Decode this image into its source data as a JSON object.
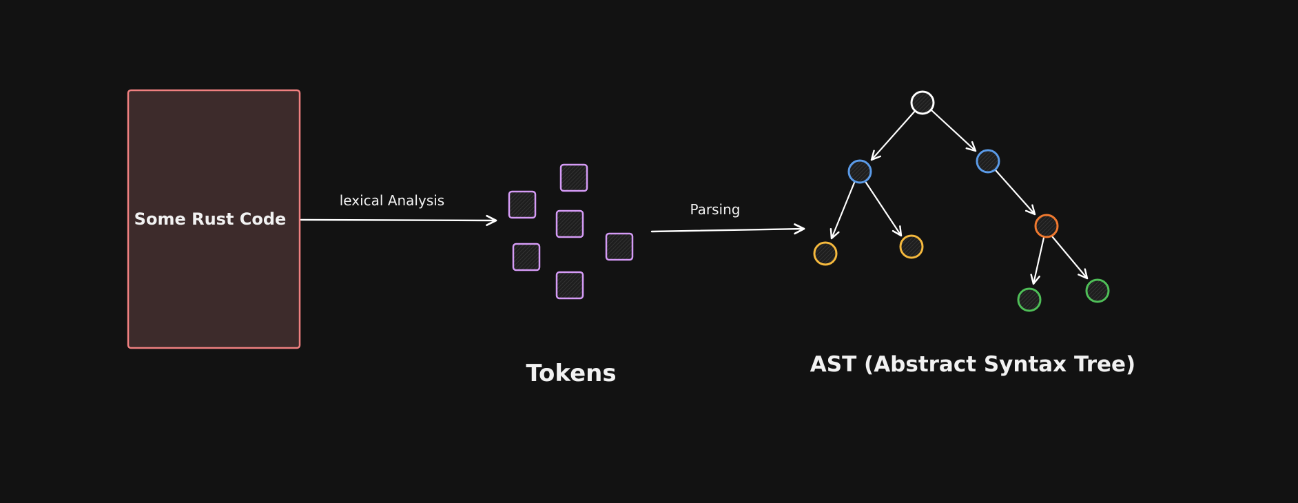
{
  "source_box": {
    "label": "Some Rust Code",
    "fill": "#3d2b2b",
    "stroke": "#f08080"
  },
  "edges": {
    "lexical": "lexical Analysis",
    "parsing": "Parsing"
  },
  "tokens": {
    "caption": "Tokens",
    "color": "#d59bf6",
    "count": 6
  },
  "ast": {
    "caption": "AST (Abstract Syntax Tree)",
    "colors": {
      "root": "#ffffff",
      "level1": "#5b9be8",
      "leaf_left": "#f5b93d",
      "inner_right": "#f0792f",
      "leaf_right": "#4fbf58"
    }
  },
  "colors": {
    "background": "#121212",
    "arrow": "#ffffff",
    "text": "#f2f2f2"
  }
}
